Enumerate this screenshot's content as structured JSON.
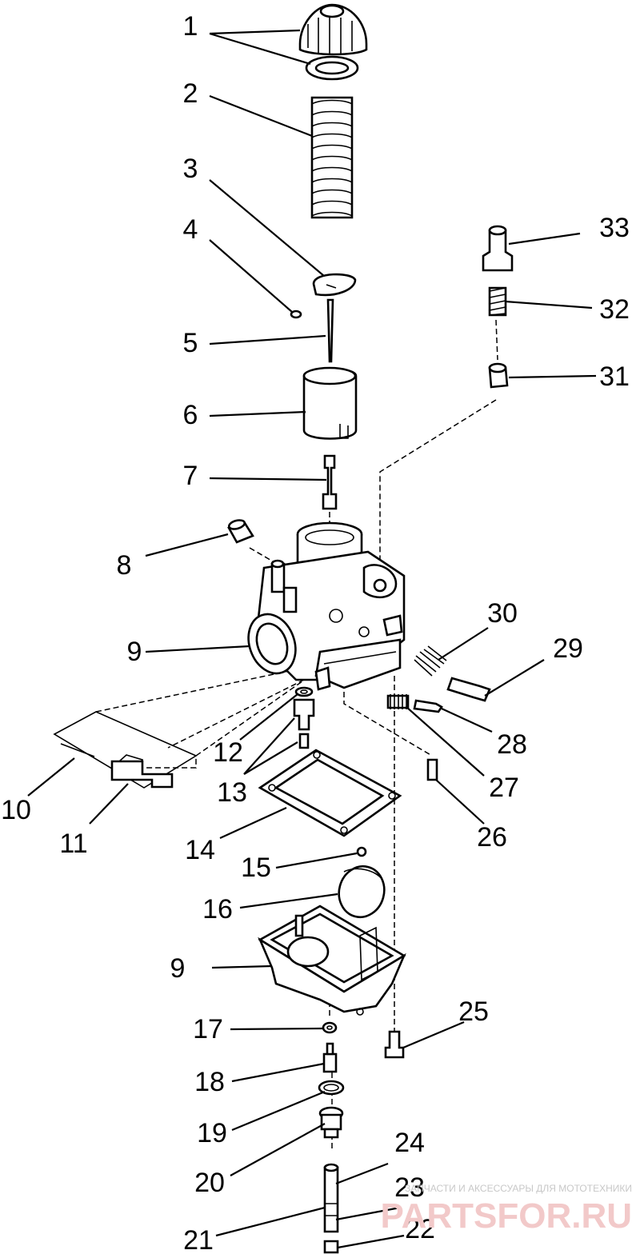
{
  "labels": [
    "1",
    "2",
    "3",
    "4",
    "5",
    "6",
    "7",
    "8",
    "9",
    "9",
    "10",
    "11",
    "12",
    "13",
    "14",
    "15",
    "16",
    "17",
    "18",
    "19",
    "20",
    "21",
    "22",
    "23",
    "24",
    "25",
    "26",
    "27",
    "28",
    "29",
    "30",
    "31",
    "32",
    "33"
  ],
  "watermark": {
    "line1": "ЗАПЧАСТИ И АКСЕССУАРЫ ДЛЯ МОТОТЕХНИКИ",
    "line2": "PARTSFOR.RU"
  }
}
